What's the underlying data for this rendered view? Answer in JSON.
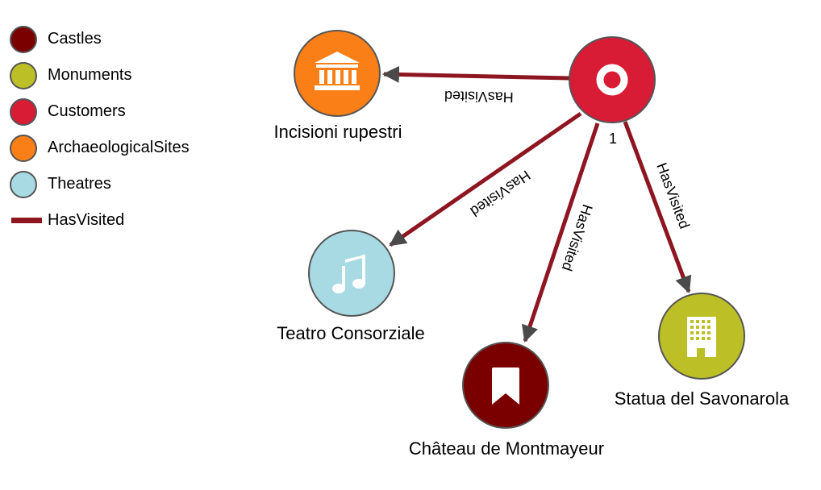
{
  "legend": {
    "items": [
      {
        "label": "Castles",
        "color": "#7a0000",
        "kind": "node"
      },
      {
        "label": "Monuments",
        "color": "#bdbf27",
        "kind": "node"
      },
      {
        "label": "Customers",
        "color": "#d81c35",
        "kind": "node"
      },
      {
        "label": "ArchaeologicalSites",
        "color": "#fb7f17",
        "kind": "node"
      },
      {
        "label": "Theatres",
        "color": "#a7dae3",
        "kind": "node"
      },
      {
        "label": "HasVisited",
        "color": "#8e1621",
        "kind": "edge"
      }
    ]
  },
  "nodes": {
    "customer": {
      "label": "",
      "number": "1",
      "color": "#d81c35",
      "icon": "ring-icon"
    },
    "incisioni": {
      "label": "Incisioni rupestri",
      "color": "#fb7f17",
      "icon": "museum-icon"
    },
    "teatro": {
      "label": "Teatro Consorziale",
      "color": "#a7dae3",
      "icon": "music-note-icon"
    },
    "chateau": {
      "label": "Château de Montmayeur",
      "color": "#7a0000",
      "icon": "bookmark-icon"
    },
    "statua": {
      "label": "Statua del Savonarola",
      "color": "#bdbf27",
      "icon": "building-icon"
    }
  },
  "edges": [
    {
      "to": "incisioni",
      "label": "HasVisited"
    },
    {
      "to": "teatro",
      "label": "HasVisited"
    },
    {
      "to": "chateau",
      "label": "HasVisited"
    },
    {
      "to": "statua",
      "label": "HasVisited"
    }
  ],
  "colors": {
    "edge": "#8e1621",
    "arrow": "#4a4a4a",
    "node_stroke": "#555555",
    "icon": "#ffffff"
  }
}
